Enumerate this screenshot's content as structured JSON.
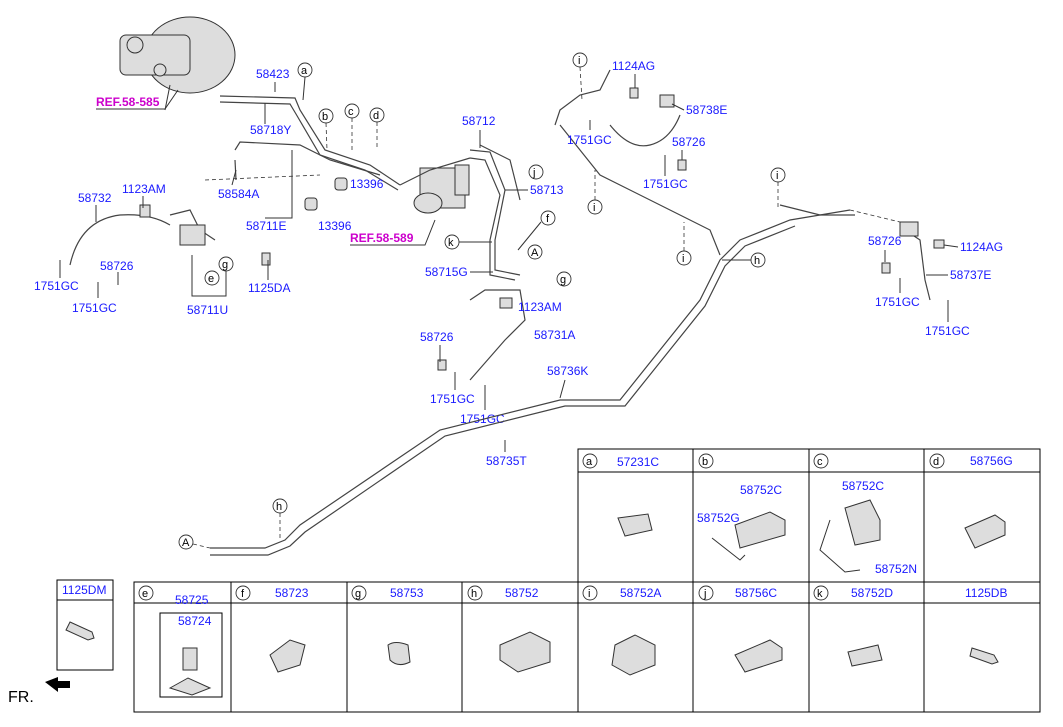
{
  "refs": {
    "master_cyl": "REF.58-585",
    "hecu": "REF.58-589"
  },
  "callouts": {
    "p58423": "58423",
    "p58718Y": "58718Y",
    "p58712": "58712",
    "p58713": "58713",
    "p58584A": "58584A",
    "p58711E": "58711E",
    "p13396a": "13396",
    "p13396b": "13396",
    "p58732": "58732",
    "p1123AMa": "1123AM",
    "p58726a": "58726",
    "p1751GCa": "1751GC",
    "p1751GCb": "1751GC",
    "p1125DA": "1125DA",
    "p58711U": "58711U",
    "p58715G": "58715G",
    "p1123AMb": "1123AM",
    "p58731A": "58731A",
    "p58726b": "58726",
    "p1751GCc": "1751GC",
    "p1751GCd": "1751GC",
    "p58736K": "58736K",
    "p58735T": "58735T",
    "p1124AGa": "1124AG",
    "p58738E": "58738E",
    "p1751GCe": "1751GC",
    "p58726c": "58726",
    "p1751GCf": "1751GC",
    "p58726d": "58726",
    "p1124AGb": "1124AG",
    "p58737E": "58737E",
    "p1751GCg": "1751GC",
    "p1751GCh": "1751GC"
  },
  "letters": {
    "a": "a",
    "b": "b",
    "c": "c",
    "d": "d",
    "e": "e",
    "f": "f",
    "g": "g",
    "h": "h",
    "i": "i",
    "j": "j",
    "k": "k",
    "A": "A"
  },
  "table_top": [
    {
      "letter": "a",
      "part": "57231C",
      "sub": []
    },
    {
      "letter": "b",
      "part": "",
      "sub": [
        "58752C",
        "58752G"
      ]
    },
    {
      "letter": "c",
      "part": "",
      "sub": [
        "58752C",
        "58752N"
      ]
    },
    {
      "letter": "d",
      "part": "58756G",
      "sub": []
    }
  ],
  "table_bottom": [
    {
      "letter": "",
      "part": "1125DM"
    },
    {
      "letter": "e",
      "part": "58725",
      "sub": "58724"
    },
    {
      "letter": "f",
      "part": "58723"
    },
    {
      "letter": "g",
      "part": "58753"
    },
    {
      "letter": "h",
      "part": "58752"
    },
    {
      "letter": "i",
      "part": "58752A"
    },
    {
      "letter": "j",
      "part": "58756C"
    },
    {
      "letter": "k",
      "part": "58752D"
    },
    {
      "letter": "",
      "part": "1125DB"
    }
  ],
  "fr_label": "FR."
}
